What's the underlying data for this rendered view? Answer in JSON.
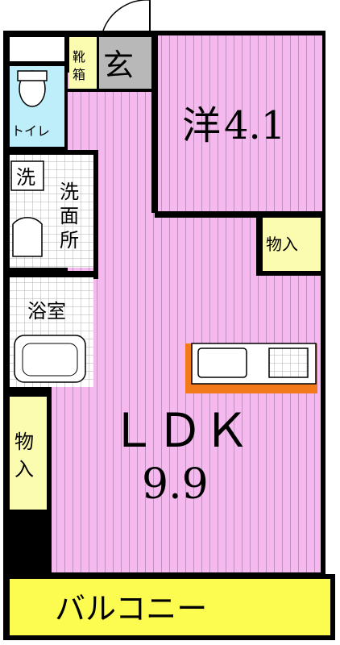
{
  "rooms": {
    "western": {
      "name": "洋",
      "size": "4.1"
    },
    "ldk": {
      "name": "ＬＤＫ",
      "size": "9.9"
    },
    "entrance": "玄",
    "shoe_box_line1": "靴",
    "shoe_box_line2": "箱",
    "toilet": "トイレ",
    "washroom_col1": "洗",
    "washroom_col2": "面",
    "washroom_col3": "所",
    "washer": "洗",
    "bath": "浴室",
    "storage_top": "物入",
    "storage_left_1": "物",
    "storage_left_2": "入",
    "balcony": "バルコニー"
  },
  "colors": {
    "room_pink": "#f5b8ef",
    "floor_stripe": "#8a6a8a",
    "wet_blue": "#bdeefa",
    "storage_yellow": "#fcfcb0",
    "balcony_yellow": "#fcfc50",
    "counter_orange": "#f27a1a",
    "wall": "#000000",
    "entrance_gray": "#b8b8b8"
  }
}
